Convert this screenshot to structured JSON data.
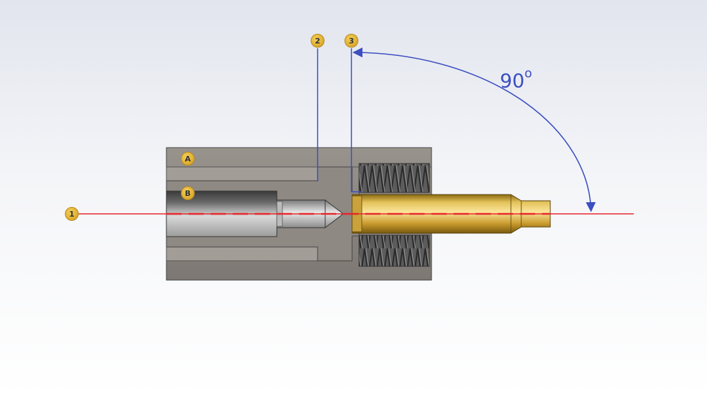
{
  "callouts": {
    "axis": "1",
    "plane_2": "2",
    "plane_3": "3",
    "region_a": "A",
    "region_b": "B"
  },
  "angle": {
    "value": "90",
    "unit": "o"
  },
  "colors": {
    "axis_line": "#e8262b",
    "dimension": "#3b4fc0",
    "badge": "#e0b034",
    "body": "#8b8680",
    "brass": "#d6b24a"
  }
}
